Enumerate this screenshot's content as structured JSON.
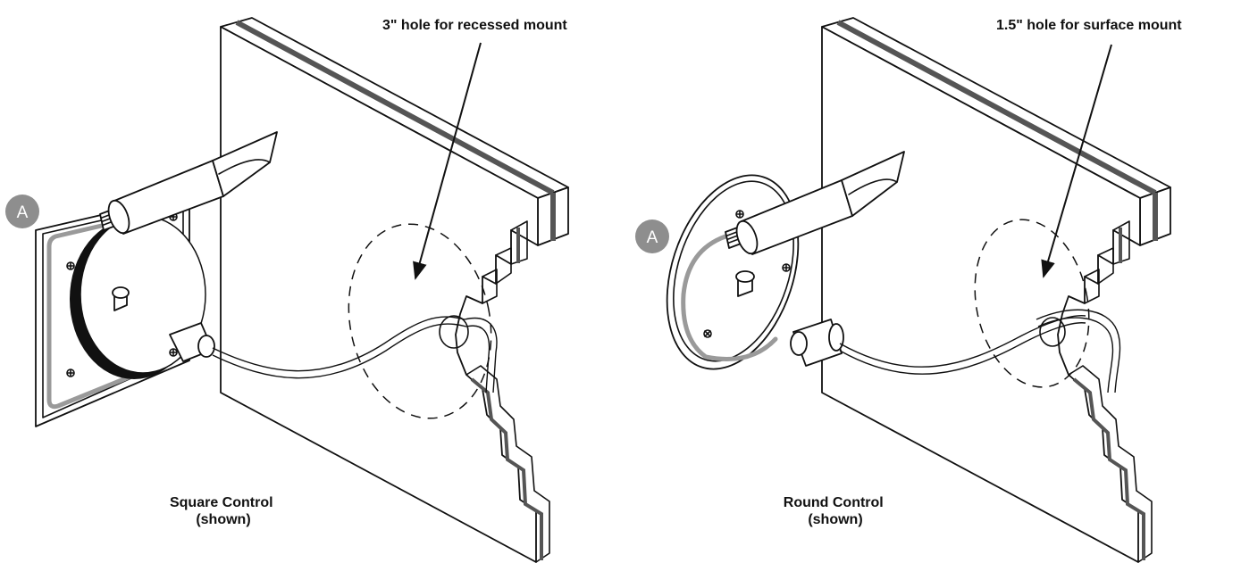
{
  "diagram": {
    "left_panel": {
      "badge": "A",
      "hole_label": "3\" hole for recessed mount",
      "caption_line1": "Square Control",
      "caption_line2": "(shown)"
    },
    "right_panel": {
      "badge": "A",
      "hole_label": "1.5\" hole for surface mount",
      "caption_line1": "Round Control",
      "caption_line2": "(shown)"
    },
    "colors": {
      "badge_fill": "#8e8e8e",
      "line": "#111111",
      "gasket_gray": "#9a9a9a",
      "band_dark": "#555555"
    }
  }
}
